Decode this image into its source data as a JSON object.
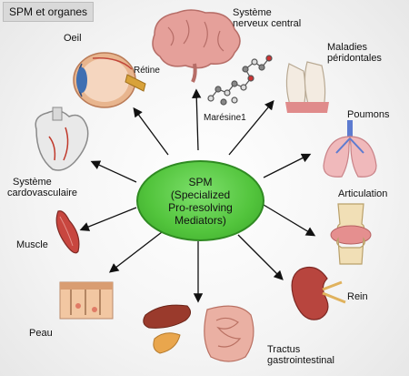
{
  "title": "SPM et organes",
  "center": {
    "line1": "SPM",
    "line2": "(Specialized",
    "line3": "Pro-resolving",
    "line4": "Mediators)"
  },
  "labels": {
    "oeil": "Oeil",
    "retine": "Rétine",
    "systeme_nerveux_1": "Système",
    "systeme_nerveux_2": "nerveux central",
    "maresine": "Marésine1",
    "maladies_1": "Maladies",
    "maladies_2": "péridontales",
    "poumons": "Poumons",
    "articulation": "Articulation",
    "rein": "Rein",
    "tractus_1": "Tractus",
    "tractus_2": "gastrointestinal",
    "peau": "Peau",
    "muscle": "Muscle",
    "cardio_1": "Système",
    "cardio_2": "cardovasculaire"
  }
}
